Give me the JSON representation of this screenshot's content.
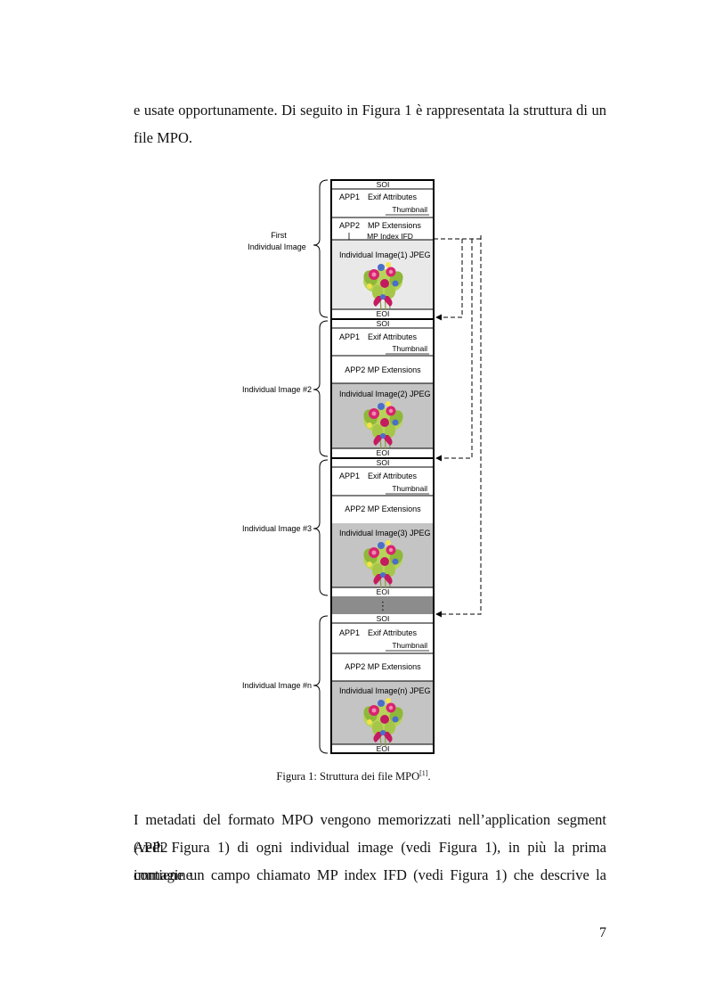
{
  "paragraph_top": {
    "line1": "e usate opportunamente. Di seguito in Figura 1 è rappresentata la struttura di un",
    "line2": "file MPO."
  },
  "figure": {
    "label_soi": "SOI",
    "label_eoi": "EOI",
    "app1_label": "APP1",
    "exif_label": "Exif Attributes",
    "thumbnail_label": "Thumbnail",
    "app2_label": "APP2",
    "mp_ext_label": "MP Extensions",
    "app2_mp_label": "APP2 MP Extensions",
    "mp_index_label": "MP Index IFD",
    "first_label_line1": "First",
    "first_label_line2": "Individual Image",
    "img2_side": "Individual Image #2",
    "img3_side": "Individual Image #3",
    "imgn_side": "Individual Image #n",
    "jpeg1": "Individual Image(1) JPEG",
    "jpeg2": "Individual Image(2) JPEG",
    "jpeg3": "Individual Image(3) JPEG",
    "jpegn": "Individual Image(n) JPEG",
    "ellipsis": "⋮"
  },
  "caption": {
    "text": "Figura 1: Struttura dei file MPO",
    "ref": "[1]",
    "end": "."
  },
  "paragraph_bottom": {
    "line1": "I metadati del formato MPO vengono memorizzati nell’application segment APP2",
    "line2": "(vedi Figura 1) di ogni individual image (vedi Figura 1), in più la prima immagine",
    "line3": "contiene un campo chiamato MP index IFD (vedi Figura 1) che descrive la"
  },
  "page_number": "7",
  "colors": {
    "image_bg_first": "#e9e9e9",
    "image_bg": "#c4c4c4",
    "separator": "#8c8c8c",
    "petal": "#d8246e",
    "leaf": "#9cbf3a",
    "blue": "#4a6fc8"
  }
}
